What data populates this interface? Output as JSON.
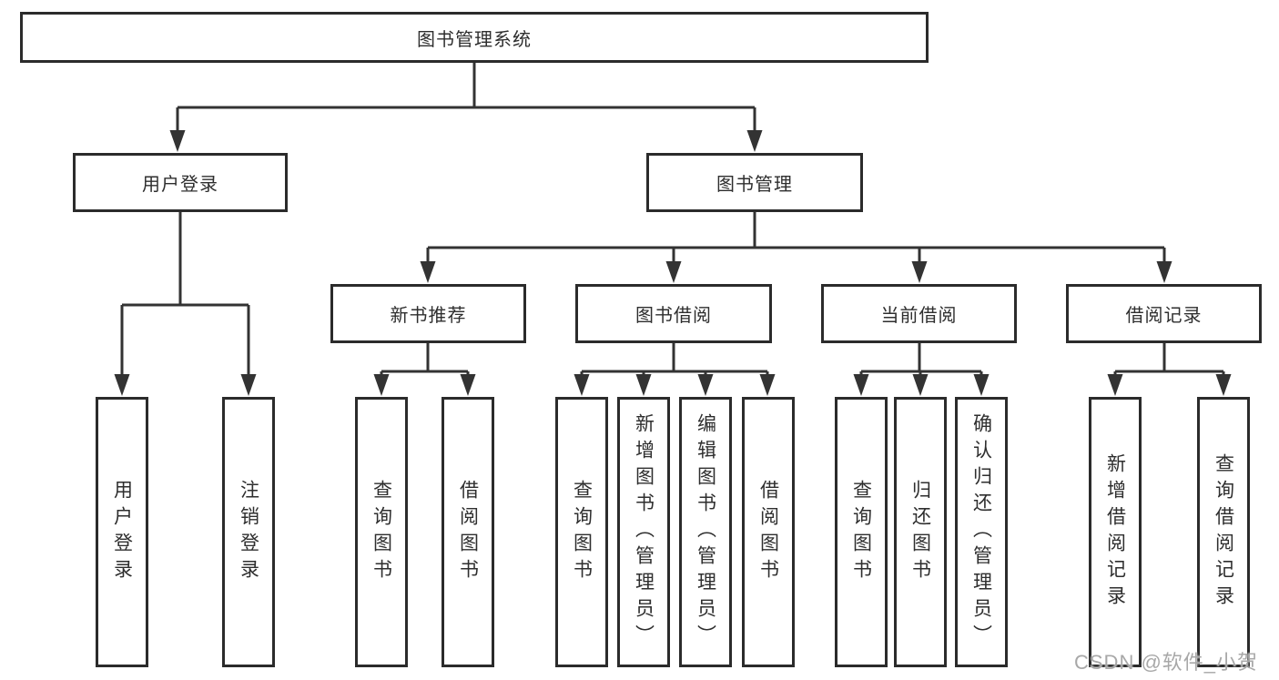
{
  "diagram": {
    "title": "图书管理系统",
    "level2": {
      "user_login": "用户登录",
      "book_mgmt": "图书管理"
    },
    "level3": {
      "new_books": "新书推荐",
      "borrow": "图书借阅",
      "current": "当前借阅",
      "records": "借阅记录"
    },
    "leaves": {
      "user_login": [
        "用户登录",
        "注销登录"
      ],
      "new_books": [
        "查询图书",
        "借阅图书"
      ],
      "borrow": [
        "查询图书",
        "新增图书（管理员）",
        "编辑图书（管理员）",
        "借阅图书"
      ],
      "current": [
        "查询图书",
        "归还图书",
        "确认归还（管理员）"
      ],
      "records": [
        "新增借阅记录",
        "查询借阅记录"
      ]
    }
  },
  "watermark": {
    "text": "CSDN @软件_小贺同学"
  },
  "colors": {
    "line": "#333333",
    "box_border": "#2b2b2b",
    "text": "#2e2e2e",
    "watermark": "#a8a8a8",
    "background": "#ffffff"
  }
}
